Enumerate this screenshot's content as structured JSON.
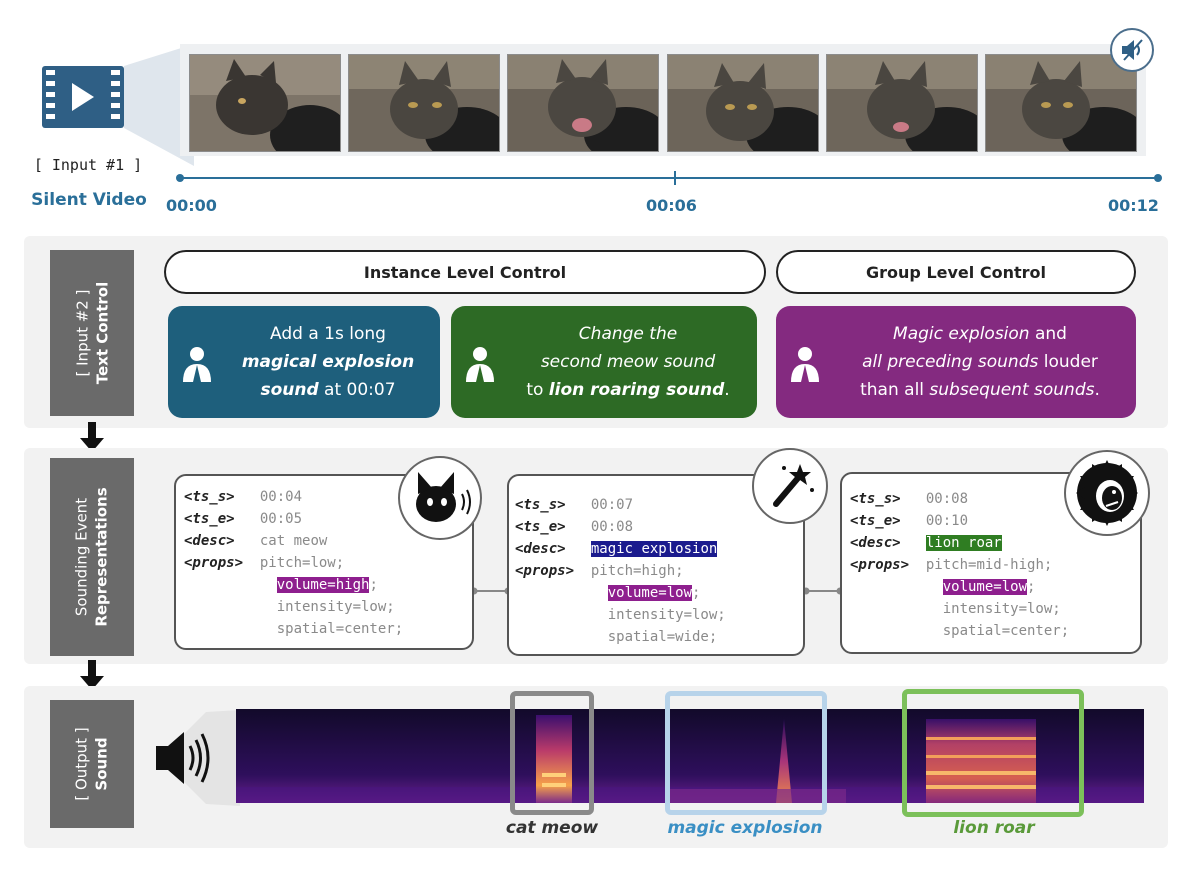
{
  "input1": {
    "tag": "[ Input #1 ]",
    "title": "Silent Video",
    "ticks": [
      "00:00",
      "00:06",
      "00:12"
    ]
  },
  "input2": {
    "tab_line1": "[ Input #2 ]",
    "tab_line2": "Text Control",
    "instance_label": "Instance Level Control",
    "group_label": "Group Level Control",
    "box1": {
      "line1": "Add a 1s long",
      "line2": "magical explosion",
      "line3_em": "sound",
      "line3_rest": " at 00:07",
      "color": "#1e5f7c"
    },
    "box2": {
      "line1": "Change the",
      "line2": "second meow sound",
      "line3_pre": "to ",
      "line3_em": "lion roaring sound",
      "line3_post": ".",
      "color": "#2d6a25"
    },
    "box3": {
      "line1_em": "Magic explosion",
      "line1_rest": " and",
      "line2_em": "all preceding sounds",
      "line2_rest": " louder",
      "line3_pre": "than all ",
      "line3_em": "subsequent sounds",
      "line3_post": ".",
      "color": "#842a80"
    }
  },
  "representations": {
    "tab_line1": "Sounding Event",
    "tab_line2": "Representations",
    "keys": {
      "ts_s": "<ts_s>",
      "ts_e": "<ts_e>",
      "desc": "<desc>",
      "props": "<props>"
    },
    "events": [
      {
        "ts_s": "00:04",
        "ts_e": "00:05",
        "desc": "cat meow",
        "pitch": "pitch=low;",
        "volume": "volume=high",
        "volume_end": ";",
        "intensity": "intensity=low;",
        "spatial": "spatial=center;",
        "icon": "cat-icon"
      },
      {
        "ts_s": "00:07",
        "ts_e": "00:08",
        "desc": "magic explosion",
        "pitch": "pitch=high;",
        "volume": "volume=low",
        "volume_end": ";",
        "intensity": "intensity=low;",
        "spatial": "spatial=wide;",
        "icon": "magic-wand-icon"
      },
      {
        "ts_s": "00:08",
        "ts_e": "00:10",
        "desc": "lion roar",
        "pitch": "pitch=mid-high;",
        "volume": "volume=low",
        "volume_end": ";",
        "intensity": "intensity=low;",
        "spatial": "spatial=center;",
        "icon": "lion-icon"
      }
    ]
  },
  "output": {
    "tab_line1": "[ Output ]",
    "tab_line2": "Sound",
    "labels": [
      {
        "text": "cat meow",
        "color": "#333333"
      },
      {
        "text": "magic explosion",
        "color": "#3a8fc4"
      },
      {
        "text": "lion roar",
        "color": "#5a9a3a"
      }
    ]
  },
  "colors": {
    "accent_blue": "#2a6f99",
    "tab_gray": "#6a6a6a",
    "highlight_purple": "#8e1f8e",
    "highlight_navy": "#1b1b8e",
    "highlight_green": "#2f7d22"
  }
}
